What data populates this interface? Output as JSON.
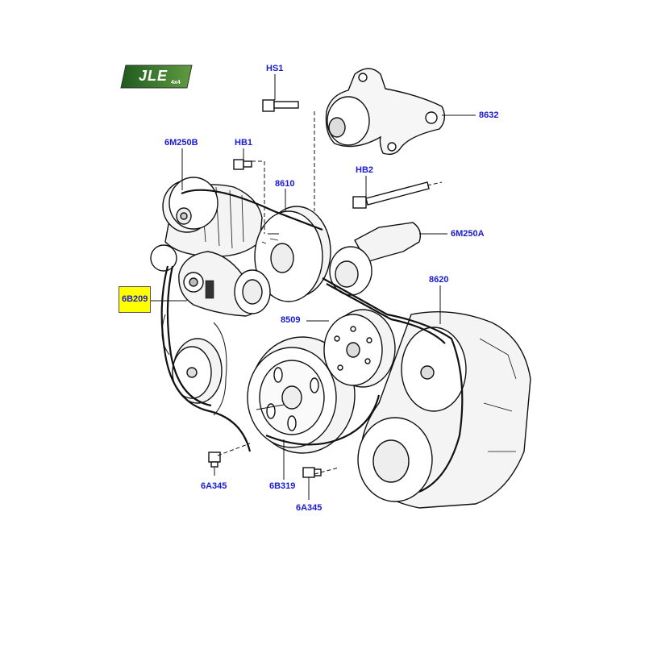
{
  "logo": {
    "text": "JLE",
    "sub": "4x4"
  },
  "colors": {
    "label": "#1a1ad0",
    "highlight": "#ffff00",
    "logo_green_dark": "#1f5a1f",
    "logo_green_light": "#5f9c3f",
    "line": "#111111"
  },
  "callouts": [
    {
      "id": "hs1",
      "text": "HS1"
    },
    {
      "id": "8632",
      "text": "8632"
    },
    {
      "id": "6m250b",
      "text": "6M250B"
    },
    {
      "id": "hb1",
      "text": "HB1"
    },
    {
      "id": "8610",
      "text": "8610"
    },
    {
      "id": "hb2",
      "text": "HB2"
    },
    {
      "id": "6m250a",
      "text": "6M250A"
    },
    {
      "id": "6b209",
      "text": "6B209",
      "highlighted": true
    },
    {
      "id": "8620",
      "text": "8620"
    },
    {
      "id": "8509",
      "text": "8509"
    },
    {
      "id": "6a345a",
      "text": "6A345"
    },
    {
      "id": "6b319",
      "text": "6B319"
    },
    {
      "id": "6a345b",
      "text": "6A345"
    }
  ]
}
